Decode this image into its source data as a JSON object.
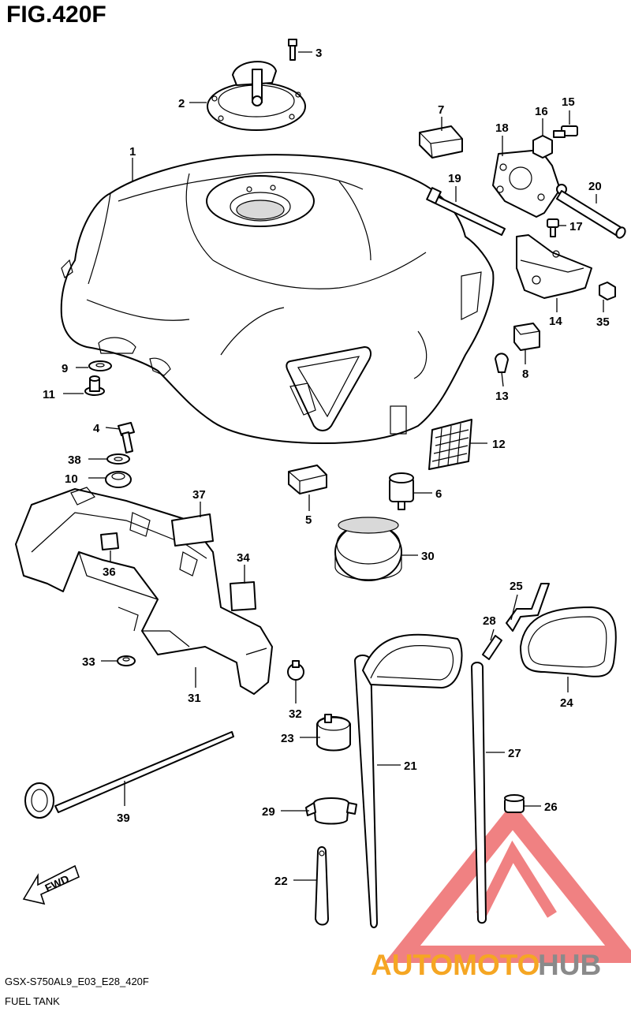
{
  "figure": {
    "title": "FIG.420F"
  },
  "footer": {
    "code": "GSX-S750AL9_E03_E28_420F",
    "name": "FUEL TANK"
  },
  "fwd_label": "FWD",
  "watermark": {
    "part1": "AUTOMOTO",
    "part2": "HUB",
    "color1": "#f5a623",
    "color2": "#8a8a8a",
    "triangle_color": "#e8393c"
  },
  "callouts": [
    "1",
    "2",
    "3",
    "4",
    "5",
    "6",
    "7",
    "8",
    "9",
    "10",
    "11",
    "12",
    "13",
    "14",
    "15",
    "16",
    "17",
    "18",
    "19",
    "20",
    "21",
    "22",
    "23",
    "24",
    "25",
    "26",
    "27",
    "28",
    "29",
    "30",
    "31",
    "32",
    "33",
    "34",
    "35",
    "36",
    "37",
    "38",
    "39"
  ]
}
